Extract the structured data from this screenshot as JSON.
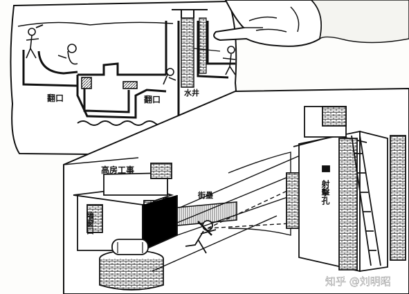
{
  "labels": {
    "fankou_left": "翻口",
    "fankou_right": "翻口",
    "shuijing": "水井",
    "shui": "水",
    "gaofang": "高房工事",
    "jieleng": "街壘",
    "shejikong": "射擊孔",
    "qiangkou": "墙窗口"
  },
  "watermark": "知乎 @刘明昭"
}
